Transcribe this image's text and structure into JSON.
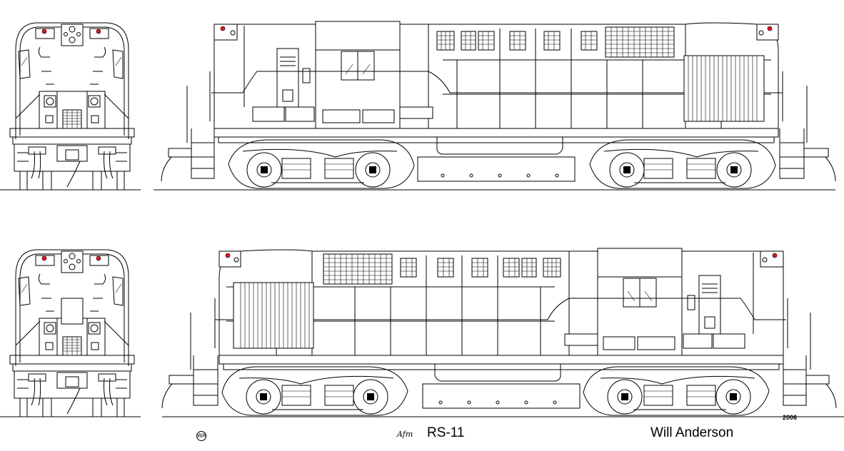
{
  "drawing": {
    "model": "RS-11",
    "author": "Will Anderson",
    "year": "2006",
    "signature": "Afm",
    "monogram": "WA"
  },
  "views": [
    {
      "name": "front-end-view-top",
      "row": 0,
      "kind": "end"
    },
    {
      "name": "side-view-top",
      "row": 0,
      "kind": "side",
      "mirrored": false
    },
    {
      "name": "rear-end-view-bottom",
      "row": 1,
      "kind": "end"
    },
    {
      "name": "side-view-bottom",
      "row": 1,
      "kind": "side",
      "mirrored": true
    }
  ],
  "colors": {
    "line": "#000000",
    "marker_light": "#e8141c",
    "background": "#ffffff"
  }
}
